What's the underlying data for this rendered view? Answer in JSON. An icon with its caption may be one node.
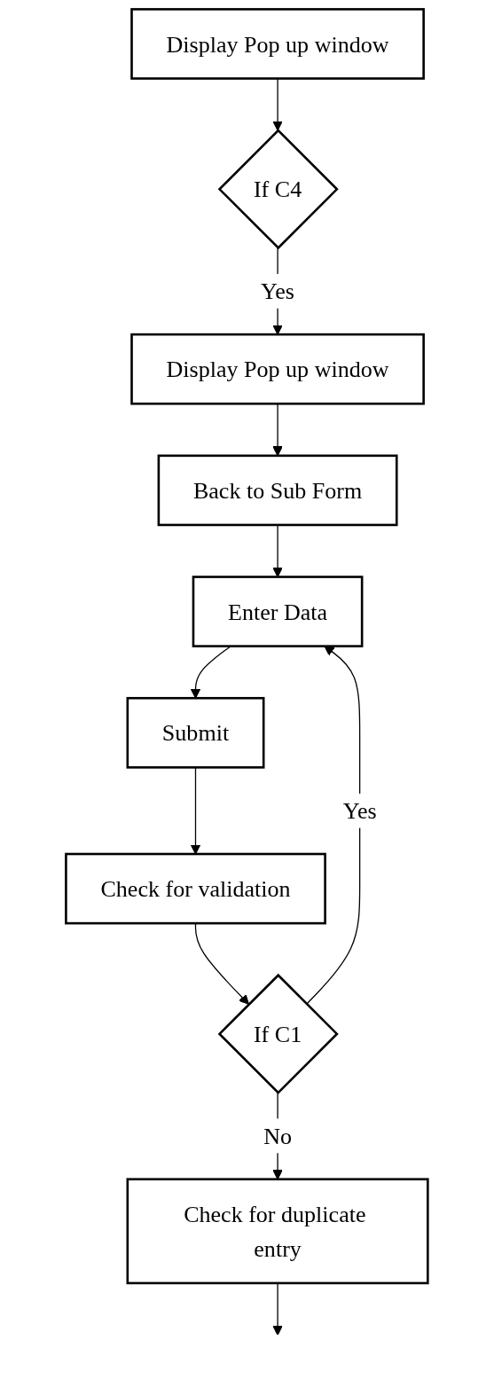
{
  "diagram": {
    "nodes": [
      {
        "text": [
          "Display Pop up window"
        ]
      },
      {
        "text": [
          "If C4"
        ]
      },
      {
        "text": [
          "Display Pop up window"
        ]
      },
      {
        "text": [
          "Back to Sub Form"
        ]
      },
      {
        "text": [
          "Enter Data"
        ]
      },
      {
        "text": [
          "Submit"
        ]
      },
      {
        "text": [
          "Check for validation"
        ]
      },
      {
        "text": [
          "If C1"
        ]
      },
      {
        "text": [
          "Check for duplicate entry"
        ]
      }
    ],
    "edges": [
      {
        "from": 0,
        "to": 1,
        "arrow": "to"
      },
      {
        "from": 1,
        "to": 2,
        "arrow": "to",
        "label": "Yes"
      },
      {
        "from": 2,
        "to": 3,
        "arrow": "to"
      },
      {
        "from": 3,
        "to": 4,
        "arrow": "to"
      },
      {
        "from": 4,
        "to": 5,
        "arrow": "to"
      },
      {
        "from": 5,
        "to": 6,
        "arrow": "to"
      },
      {
        "from": 6,
        "to": 7,
        "arrow": "to"
      },
      {
        "from": 7,
        "to": 4,
        "arrow": "to",
        "label": "Yes"
      },
      {
        "from": 7,
        "to": 8,
        "arrow": "to",
        "label": "No"
      },
      {
        "from": 8,
        "to": null,
        "arrow": "to"
      }
    ]
  }
}
